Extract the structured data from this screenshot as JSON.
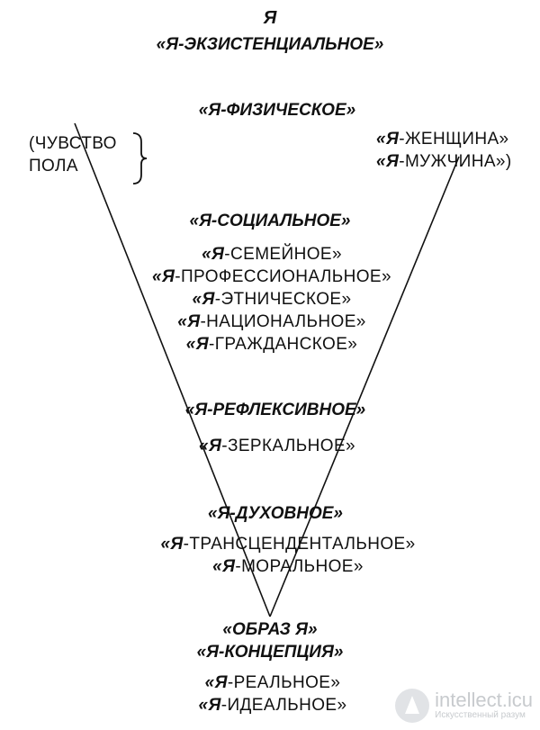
{
  "header": {
    "top_letter": "Я",
    "existential": "«Я-ЭКЗИСТЕНЦИАЛЬНОЕ»"
  },
  "physical": {
    "title": "«Я-ФИЗИЧЕСКОЕ»",
    "sex_feeling_line1": "(ЧУВСТВО",
    "sex_feeling_line2": "ПОЛА",
    "gender_line1_ya": "«Я",
    "gender_line1_rest": "-ЖЕНЩИНА»",
    "gender_line2_ya": "«Я",
    "gender_line2_rest": "-МУЖЧИНА»)"
  },
  "social": {
    "title": "«Я-СОЦИАЛЬНОЕ»",
    "items": [
      {
        "ya": "«Я",
        "rest": "-СЕМЕЙНОЕ»"
      },
      {
        "ya": "«Я",
        "rest": "-ПРОФЕССИОНАЛЬНОЕ»"
      },
      {
        "ya": "«Я",
        "rest": "-ЭТНИЧЕСКОЕ»"
      },
      {
        "ya": "«Я",
        "rest": "-НАЦИОНАЛЬНОЕ»"
      },
      {
        "ya": "«Я",
        "rest": "-ГРАЖДАНСКОЕ»"
      }
    ]
  },
  "reflexive": {
    "title": "«Я-РЕФЛЕКСИВНОЕ»",
    "items": [
      {
        "ya": "«Я",
        "rest": "-ЗЕРКАЛЬНОЕ»"
      }
    ]
  },
  "spiritual": {
    "title": "«Я-ДУХОВНОЕ»",
    "items": [
      {
        "ya": "«Я",
        "rest": "-ТРАНСЦЕНДЕНТАЛЬНОЕ»"
      },
      {
        "ya": "«Я",
        "rest": "-МОРАЛЬНОЕ»"
      }
    ]
  },
  "bottom": {
    "self_image": "«ОБРАЗ Я»",
    "self_concept": "«Я-КОНЦЕПЦИЯ»",
    "items": [
      {
        "ya": "«Я",
        "rest": "-РЕАЛЬНОЕ»"
      },
      {
        "ya": "«Я",
        "rest": "-ИДЕАЛЬНОЕ»"
      }
    ]
  },
  "watermark": {
    "site": "intellect.icu",
    "tagline": "Искусственный разум"
  }
}
